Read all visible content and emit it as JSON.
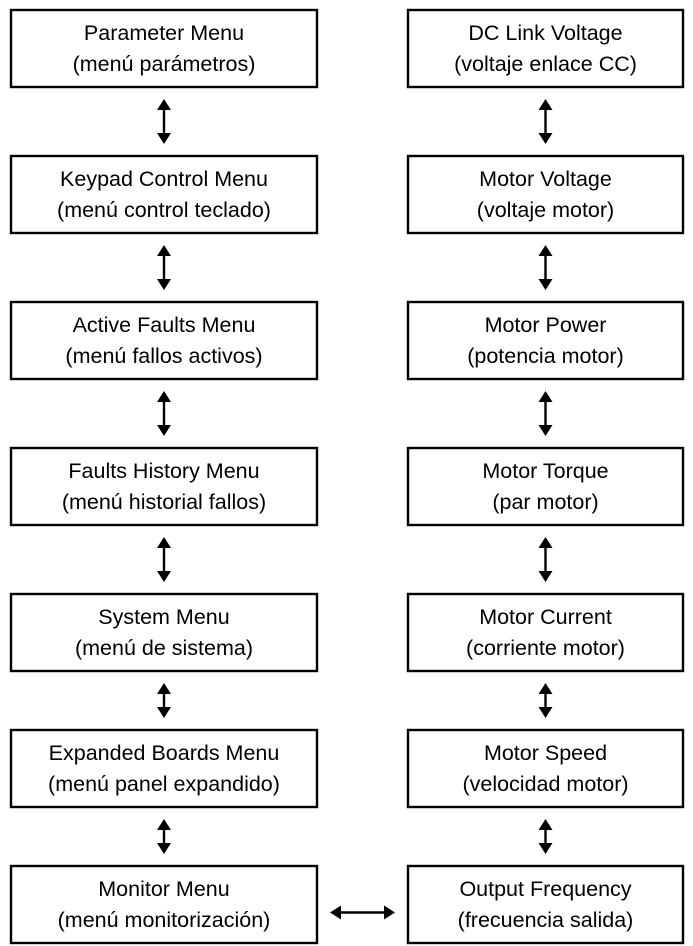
{
  "diagram": {
    "left_column": [
      {
        "id": "parameter-menu",
        "line1": "Parameter Menu",
        "line2": "(menú parámetros)"
      },
      {
        "id": "keypad-control-menu",
        "line1": "Keypad Control Menu",
        "line2": "(menú control teclado)"
      },
      {
        "id": "active-faults-menu",
        "line1": "Active Faults Menu",
        "line2": "(menú fallos activos)"
      },
      {
        "id": "faults-history-menu",
        "line1": "Faults History Menu",
        "line2": "(menú historial fallos)"
      },
      {
        "id": "system-menu",
        "line1": "System Menu",
        "line2": "(menú de sistema)"
      },
      {
        "id": "expanded-boards-menu",
        "line1": "Expanded Boards Menu",
        "line2": "(menú panel expandido)"
      },
      {
        "id": "monitor-menu",
        "line1": "Monitor Menu",
        "line2": "(menú monitorización)"
      }
    ],
    "right_column": [
      {
        "id": "dc-link-voltage",
        "line1": "DC Link Voltage",
        "line2": "(voltaje enlace CC)"
      },
      {
        "id": "motor-voltage",
        "line1": "Motor Voltage",
        "line2": "(voltaje motor)"
      },
      {
        "id": "motor-power",
        "line1": "Motor Power",
        "line2": "(potencia motor)"
      },
      {
        "id": "motor-torque",
        "line1": "Motor Torque",
        "line2": "(par motor)"
      },
      {
        "id": "motor-current",
        "line1": "Motor Current",
        "line2": "(corriente motor)"
      },
      {
        "id": "motor-speed",
        "line1": "Motor Speed",
        "line2": "(velocidad motor)"
      },
      {
        "id": "output-frequency",
        "line1": "Output Frequency",
        "line2": "(frecuencia salida)"
      }
    ],
    "connections": [
      {
        "from": "parameter-menu",
        "to": "keypad-control-menu",
        "direction": "both"
      },
      {
        "from": "keypad-control-menu",
        "to": "active-faults-menu",
        "direction": "both"
      },
      {
        "from": "active-faults-menu",
        "to": "faults-history-menu",
        "direction": "both"
      },
      {
        "from": "faults-history-menu",
        "to": "system-menu",
        "direction": "both"
      },
      {
        "from": "system-menu",
        "to": "expanded-boards-menu",
        "direction": "both"
      },
      {
        "from": "expanded-boards-menu",
        "to": "monitor-menu",
        "direction": "both"
      },
      {
        "from": "monitor-menu",
        "to": "output-frequency",
        "direction": "both"
      },
      {
        "from": "output-frequency",
        "to": "motor-speed",
        "direction": "both"
      },
      {
        "from": "motor-speed",
        "to": "motor-current",
        "direction": "both"
      },
      {
        "from": "motor-current",
        "to": "motor-torque",
        "direction": "both"
      },
      {
        "from": "motor-torque",
        "to": "motor-power",
        "direction": "both"
      },
      {
        "from": "motor-power",
        "to": "motor-voltage",
        "direction": "both"
      },
      {
        "from": "motor-voltage",
        "to": "dc-link-voltage",
        "direction": "both"
      }
    ],
    "colors": {
      "stroke": "#000000",
      "fill": "#ffffff",
      "text": "#000000"
    }
  }
}
